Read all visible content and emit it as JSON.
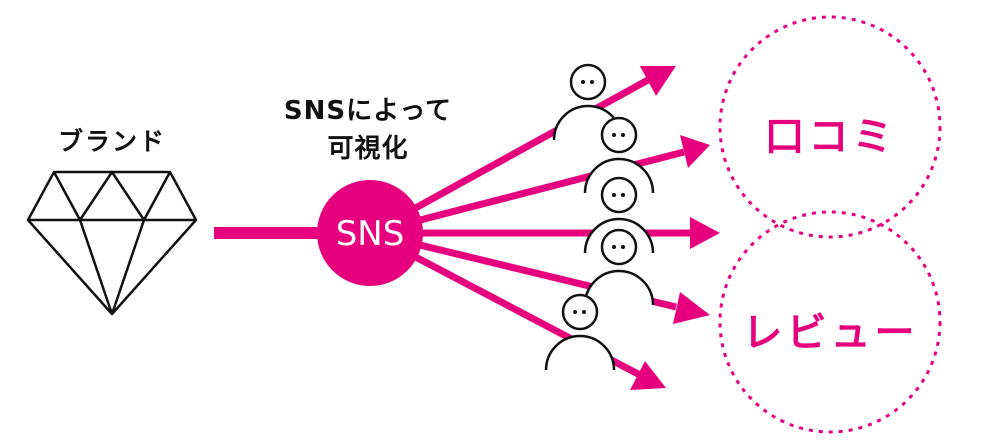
{
  "colors": {
    "accent": "#e6007e",
    "ink": "#111111",
    "background": "#ffffff"
  },
  "brand": {
    "label": "ブランド",
    "icon": "diamond-icon"
  },
  "caption": {
    "line1": "SNSによって",
    "line2": "可視化"
  },
  "hub": {
    "label": "SNS"
  },
  "people": {
    "count": 5,
    "icon": "person-icon"
  },
  "arrows": {
    "count": 5
  },
  "bubbles": [
    {
      "label": "口コミ"
    },
    {
      "label": "レビュー"
    }
  ]
}
